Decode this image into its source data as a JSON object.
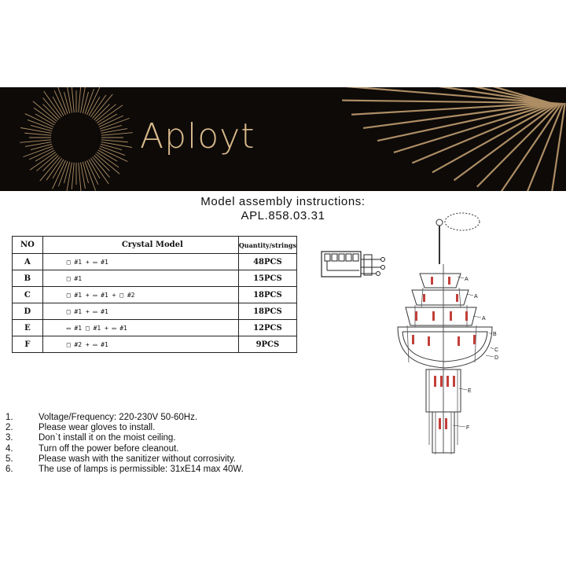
{
  "brand": {
    "name": "Aployt",
    "accent": "#d9b98a",
    "background": "#0d0a08"
  },
  "heading": {
    "line1": "Model assembly instructions:",
    "line2": "APL.858.03.31"
  },
  "table": {
    "headers": {
      "id": "NO",
      "model": "Crystal  Model",
      "qty": "Quantity/strings"
    },
    "rows": [
      {
        "id": "A",
        "model": "□ #1 + ▭ #1",
        "qty": "48PCS"
      },
      {
        "id": "B",
        "model": "□ #1",
        "qty": "15PCS"
      },
      {
        "id": "C",
        "model": "□ #1 + ▭ #1 + □ #2",
        "qty": "18PCS"
      },
      {
        "id": "D",
        "model": "□ #1 + ▭ #1",
        "qty": "18PCS"
      },
      {
        "id": "E",
        "model": "▭ #1 □ #1 + ▭ #1",
        "qty": "12PCS"
      },
      {
        "id": "F",
        "model": "□ #2 + ▭ #1",
        "qty": "9PCS"
      }
    ]
  },
  "diagram_labels": [
    "A",
    "A",
    "A",
    "B",
    "C",
    "D",
    "E",
    "F"
  ],
  "notes": [
    {
      "num": "1.",
      "text": "Voltage/Frequency: 220-230V 50-60Hz."
    },
    {
      "num": "2.",
      "text": "Please wear gloves to install."
    },
    {
      "num": "3.",
      "text": "Don`t install it on the moist ceiling."
    },
    {
      "num": "4.",
      "text": "Turn off the power before cleanout."
    },
    {
      "num": "5.",
      "text": "Please wash with the sanitizer without corrosivity."
    },
    {
      "num": "6.",
      "text": "The use of lamps is permissible: 31xE14 max 40W."
    }
  ]
}
